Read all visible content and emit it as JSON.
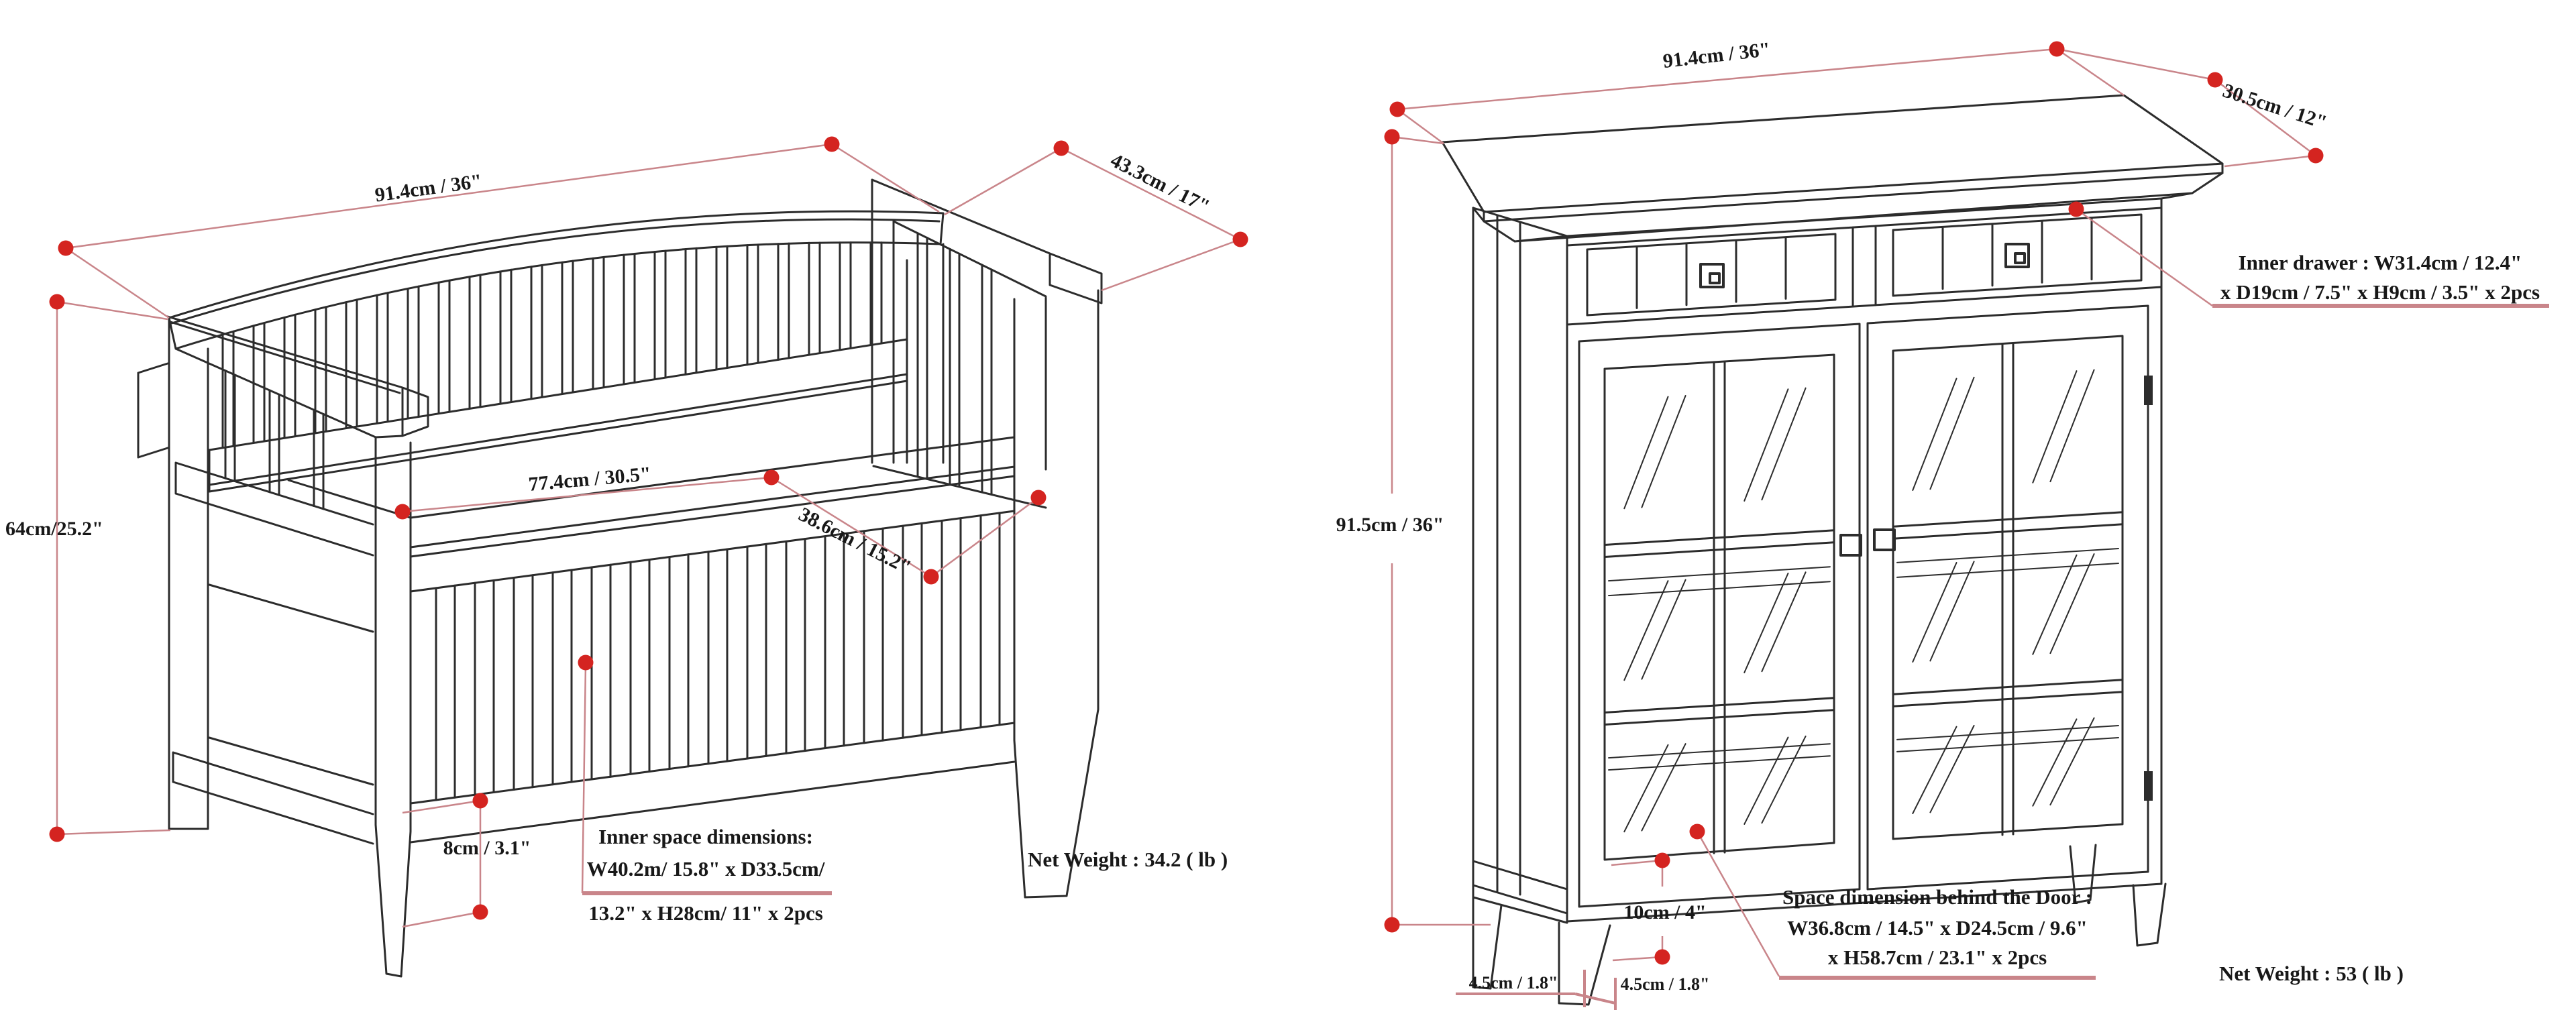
{
  "page": {
    "background": "#ffffff",
    "kind": "furniture dimension diagram"
  },
  "colors": {
    "drawing_line": "#2c2c2c",
    "dimension_line": "#c9858a",
    "marker_dot": "#d42420",
    "text": "#181818"
  },
  "bench": {
    "dims": {
      "width": "91.4cm / 36\"",
      "depth": "43.3cm / 17\"",
      "height": "64cm/25.2\"",
      "seat_width": "77.4cm / 30.5\"",
      "seat_depth": "38.6cm / 15.2\"",
      "foot_height": "8cm / 3.1\""
    },
    "inner_space": [
      "Inner space dimensions:",
      "W40.2m/ 15.8\" x D33.5cm/",
      "13.2\" x H28cm/ 11\" x 2pcs"
    ],
    "net_weight": "Net Weight : 34.2 ( lb )"
  },
  "cabinet": {
    "dims": {
      "width": "91.4cm / 36\"",
      "depth": "30.5cm / 12\"",
      "height": "91.5cm / 36\"",
      "leg_height": "10cm / 4\"",
      "leg_width": "4.5cm / 1.8\"",
      "leg_depth": "4.5cm / 1.8\""
    },
    "inner_drawer": [
      "Inner drawer : W31.4cm / 12.4\"",
      "x D19cm / 7.5\" x H9cm / 3.5\" x 2pcs"
    ],
    "space_behind_door": [
      "Space dimension behind the Door :",
      "W36.8cm / 14.5\" x D24.5cm / 9.6\"",
      "x H58.7cm / 23.1\" x 2pcs"
    ],
    "net_weight": "Net Weight : 53 ( lb )"
  }
}
